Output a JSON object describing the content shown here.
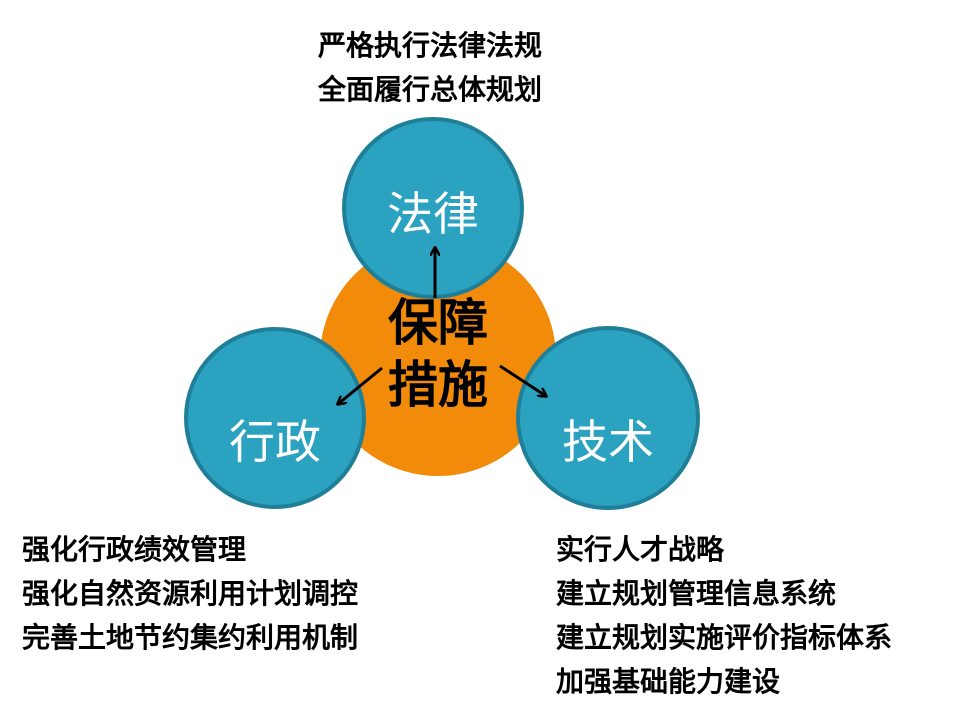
{
  "center": {
    "line1": "保障",
    "line2": "措施"
  },
  "nodes": {
    "law": {
      "label": "法律",
      "notes": [
        "严格执行法律法规",
        "全面履行总体规划"
      ]
    },
    "admin": {
      "label": "行政",
      "notes": [
        "强化行政绩效管理",
        "强化自然资源利用计划调控",
        "完善土地节约集约利用机制"
      ]
    },
    "tech": {
      "label": "技术",
      "notes": [
        "实行人才战略",
        "建立规划管理信息系统",
        "建立规划实施评价指标体系",
        "加强基础能力建设"
      ]
    }
  },
  "colors": {
    "center": "#f28a0a",
    "node": "#2ba2c0",
    "node_border": "#1f7f98"
  }
}
